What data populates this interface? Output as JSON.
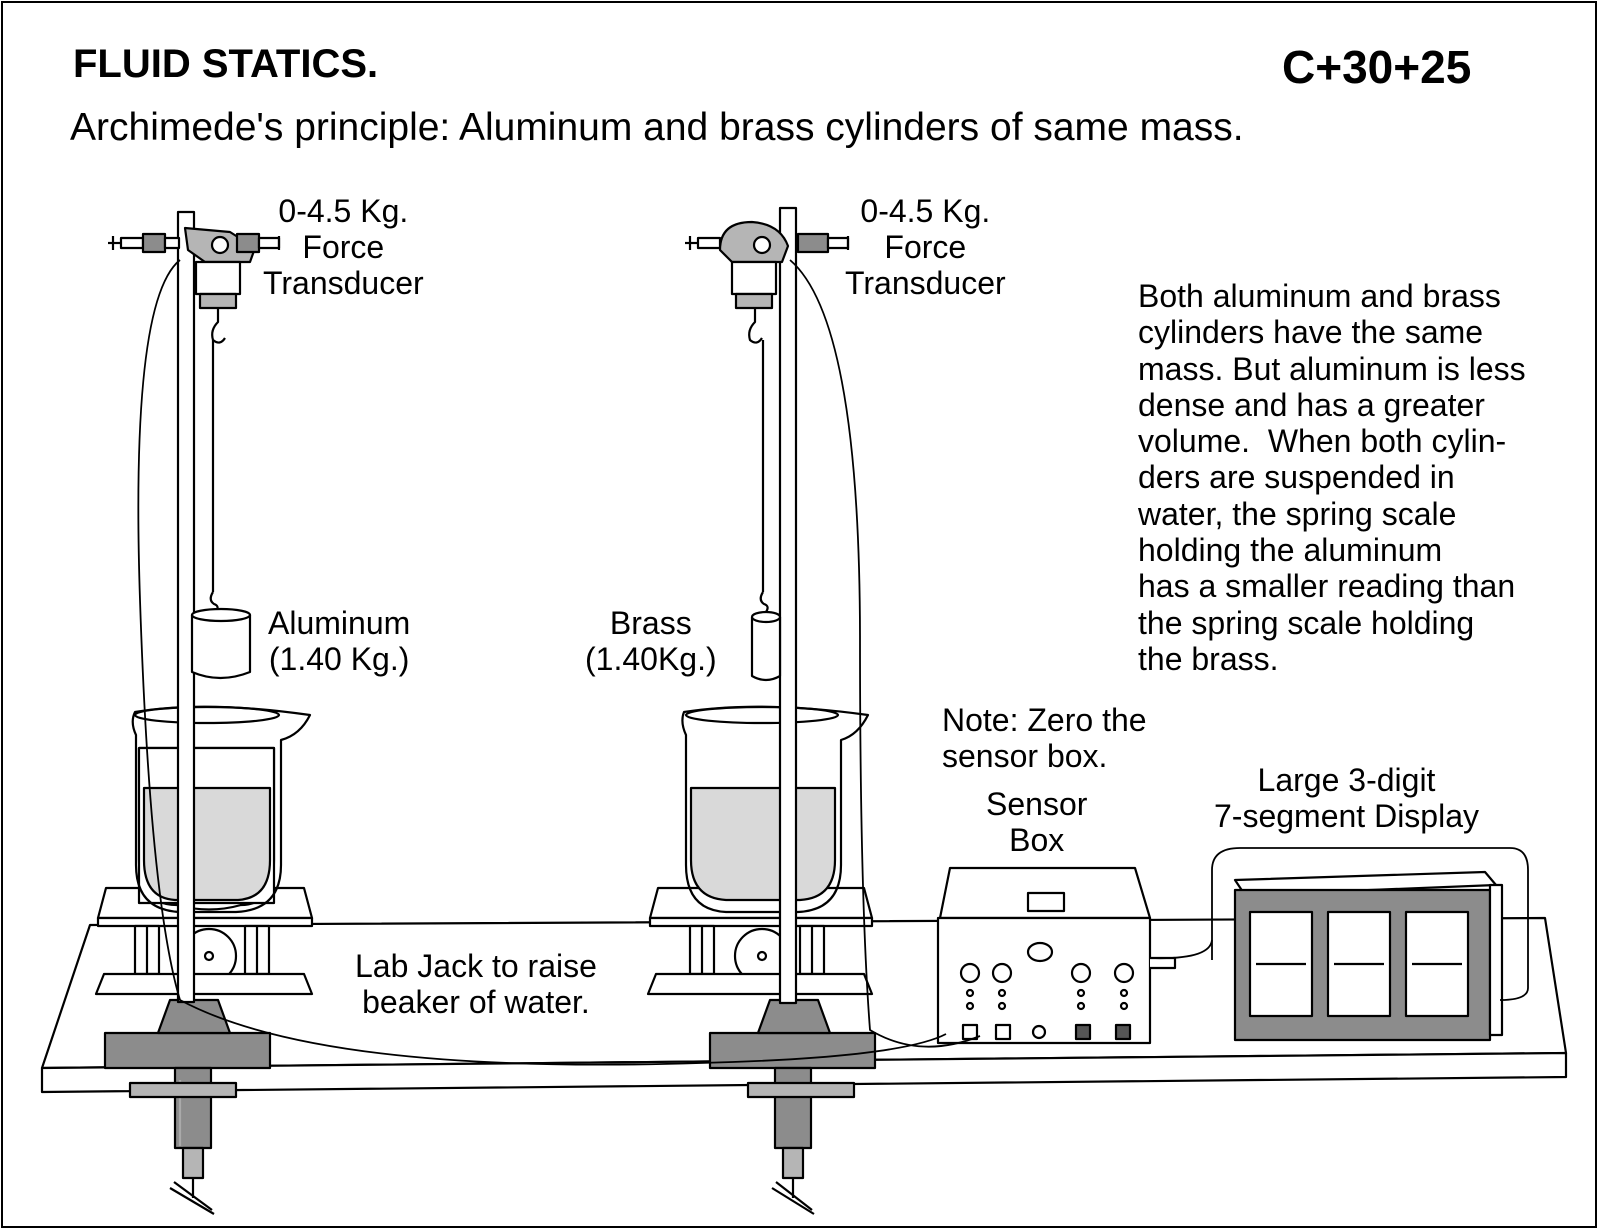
{
  "header": {
    "title": "FLUID STATICS.",
    "code": "C+30+25",
    "subtitle": "Archimede's principle: Aluminum and brass cylinders of same mass."
  },
  "labels": {
    "transducer_left": "0-4.5 Kg.\nForce\nTransducer",
    "transducer_right": "0-4.5 Kg.\nForce\nTransducer",
    "aluminum": "Aluminum\n(1.40 Kg.)",
    "brass": "Brass\n(1.40Kg.)",
    "lab_jack": "Lab Jack to raise\nbeaker of water.",
    "note": "Note: Zero the\nsensor box.",
    "sensor_box": "Sensor\nBox",
    "display": "Large 3-digit\n7-segment Display"
  },
  "explanation": "Both aluminum and brass\ncylinders have the same\nmass. But aluminum is less\ndense and has a greater\nvolume.  When both cylin-\nders are suspended in\nwater, the spring scale\nholding the aluminum\nhas a smaller reading than\nthe spring scale holding\nthe brass.",
  "colors": {
    "ink": "#000000",
    "water": "#d9d9d9",
    "metal_dark": "#8c8c8c",
    "metal_mid": "#b5b5b5",
    "background": "#ffffff"
  }
}
